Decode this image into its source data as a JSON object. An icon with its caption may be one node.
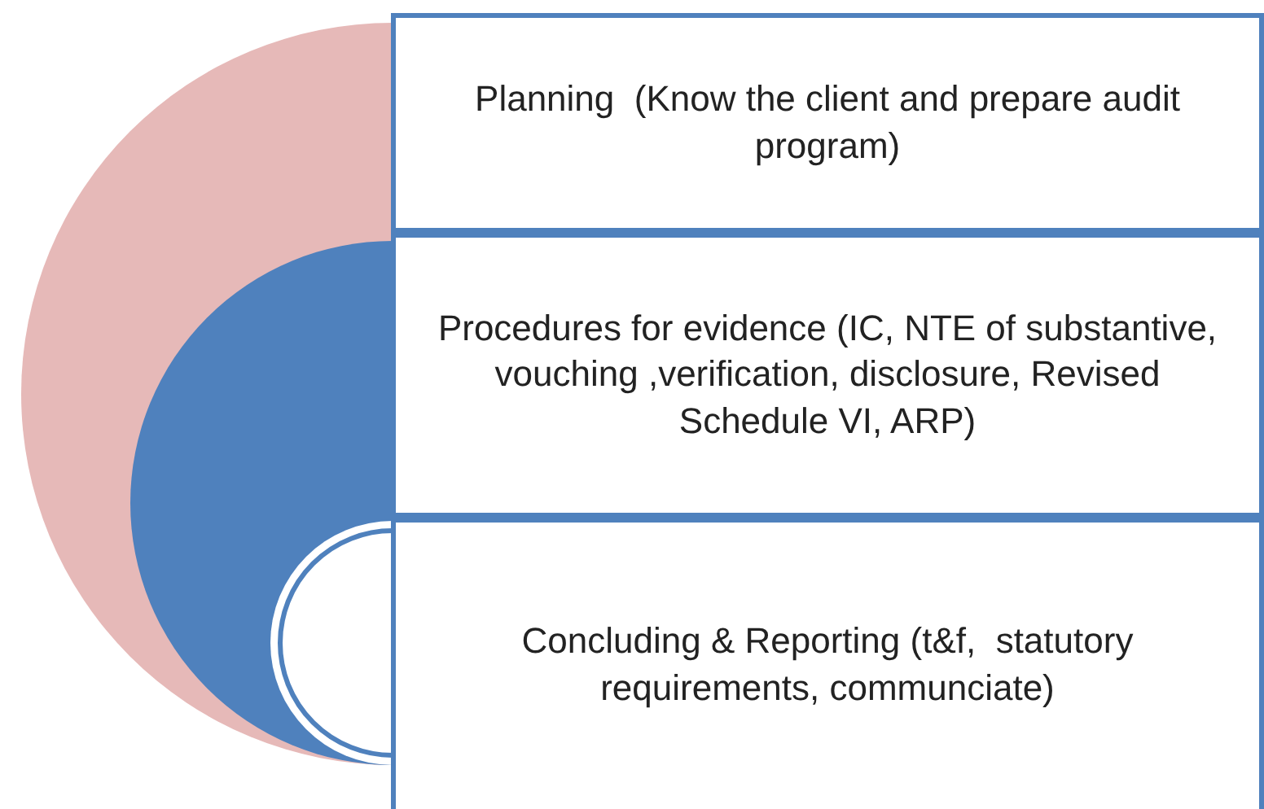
{
  "diagram": {
    "nodes": [
      {
        "text": [
          "Planning  (Know the client and prepare audit program)"
        ]
      },
      {
        "text": [
          "Procedures for evidence (IC, NTE of substantive, vouching ,verification, disclosure, Revised Schedule VI, ARP)"
        ]
      },
      {
        "text": [
          "Concluding & Reporting (t&f,  statutory requirements, communciate)"
        ]
      }
    ]
  }
}
